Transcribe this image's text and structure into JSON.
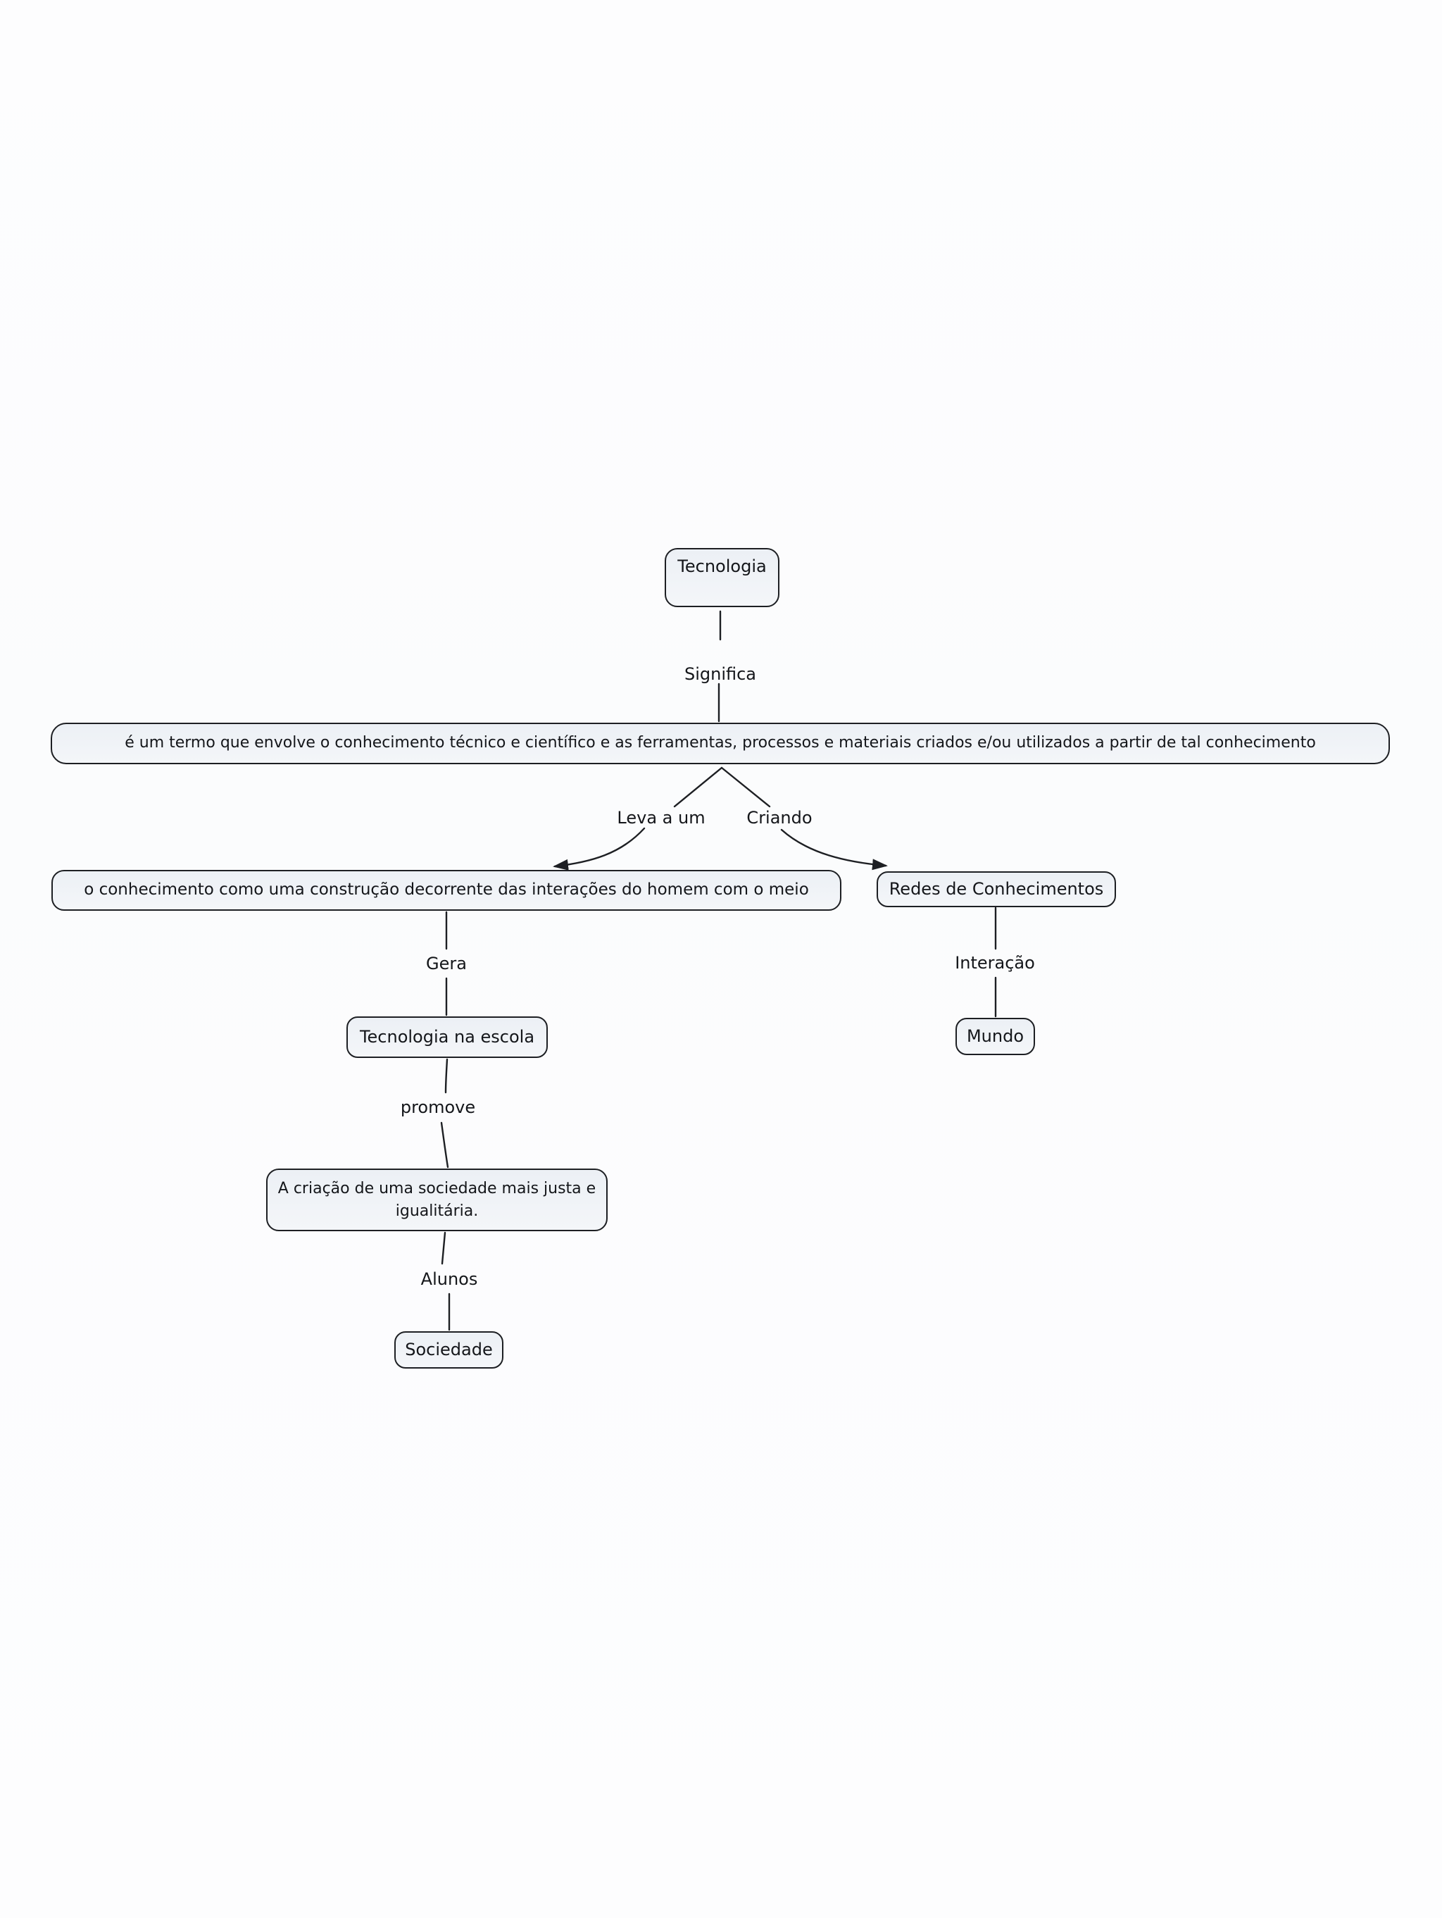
{
  "colors": {
    "canvas_background": "#fdfdfe",
    "node_fill": "#eef2f6",
    "node_border": "#1d1f23",
    "connector_line": "#1d1f23",
    "text": "#14161a"
  },
  "nodes": {
    "tecnologia": {
      "label": "Tecnologia"
    },
    "definicao": {
      "label": "é um termo que envolve o conhecimento técnico e científico e as ferramentas, processos e materiais criados e/ou utilizados a partir de tal conhecimento"
    },
    "conhecimento": {
      "label": "o conhecimento como uma construção decorrente das interações do homem com o meio"
    },
    "redes": {
      "label": "Redes de Conhecimentos"
    },
    "tecnologia_na_escola": {
      "label": "Tecnologia na escola"
    },
    "mundo": {
      "label": "Mundo"
    },
    "criacao_sociedade": {
      "line1": "A criação de uma sociedade mais justa e",
      "line2": "igualitária."
    },
    "sociedade": {
      "label": "Sociedade"
    }
  },
  "link_labels": {
    "significa": "Significa",
    "leva_a_um": "Leva a um",
    "criando": "Criando",
    "gera": "Gera",
    "interacao": "Interação",
    "promove": "promove",
    "alunos": "Alunos"
  }
}
